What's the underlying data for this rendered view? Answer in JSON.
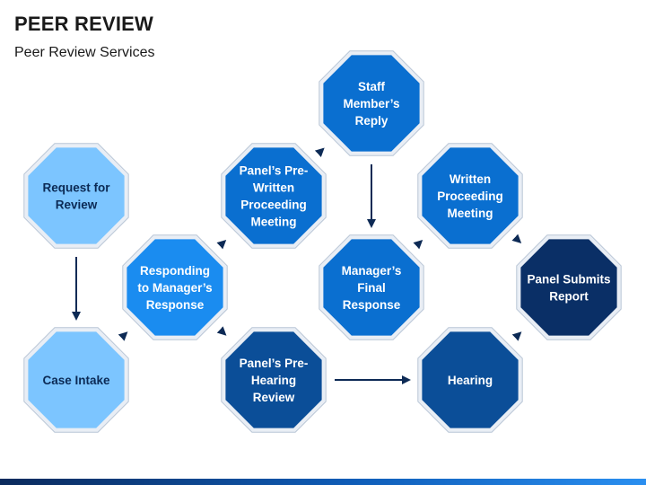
{
  "title": "PEER REVIEW",
  "subtitle": "Peer Review Services",
  "colors": {
    "light": "#7cc5ff",
    "medium": "#1a8cf0",
    "blue": "#0a6fd0",
    "dark": "#0b4e98",
    "navy": "#0a2f66",
    "arrow": "#0d2a55"
  },
  "nodes": [
    {
      "id": "request",
      "lines": [
        "Request for",
        "Review"
      ],
      "color": "light",
      "text": "dark"
    },
    {
      "id": "intake",
      "lines": [
        "Case Intake"
      ],
      "color": "light",
      "text": "dark"
    },
    {
      "id": "responding",
      "lines": [
        "Responding",
        "to Manager’s",
        "Response"
      ],
      "color": "medium",
      "text": "light"
    },
    {
      "id": "prewritten",
      "lines": [
        "Panel’s Pre-",
        "Written",
        "Proceeding",
        "Meeting"
      ],
      "color": "blue",
      "text": "light"
    },
    {
      "id": "prehearing",
      "lines": [
        "Panel’s Pre-",
        "Hearing",
        "Review"
      ],
      "color": "dark",
      "text": "light"
    },
    {
      "id": "staff",
      "lines": [
        "Staff",
        "Member’s",
        "Reply"
      ],
      "color": "blue",
      "text": "light"
    },
    {
      "id": "final",
      "lines": [
        "Manager’s",
        "Final",
        "Response"
      ],
      "color": "blue",
      "text": "light"
    },
    {
      "id": "written",
      "lines": [
        "Written",
        "Proceeding",
        "Meeting"
      ],
      "color": "blue",
      "text": "light"
    },
    {
      "id": "hearing",
      "lines": [
        "Hearing"
      ],
      "color": "dark",
      "text": "light"
    },
    {
      "id": "submits",
      "lines": [
        "Panel Submits",
        "Report"
      ],
      "color": "navy",
      "text": "light"
    }
  ]
}
